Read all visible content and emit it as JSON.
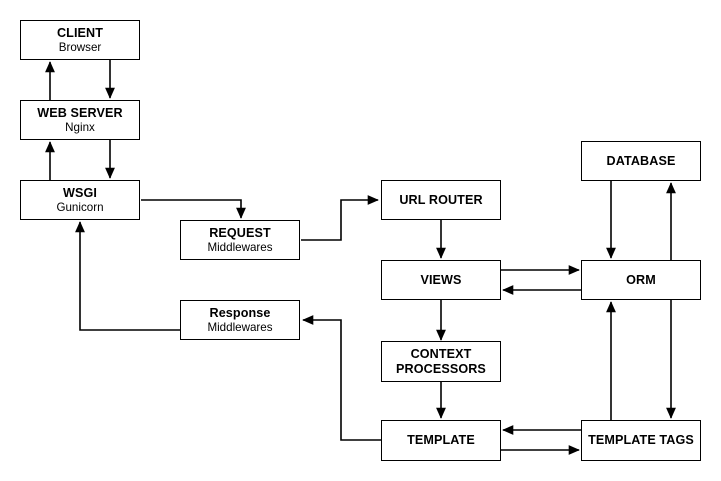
{
  "diagram": {
    "type": "flowchart",
    "background_color": "#ffffff",
    "stroke_color": "#000000",
    "node_fill_color": "#ffffff",
    "nodes": [
      {
        "id": "client",
        "title": "CLIENT",
        "subtitle": "Browser"
      },
      {
        "id": "web-server",
        "title": "WEB SERVER",
        "subtitle": "Nginx"
      },
      {
        "id": "wsgi",
        "title": "WSGI",
        "subtitle": "Gunicorn"
      },
      {
        "id": "request",
        "title": "REQUEST",
        "subtitle": "Middlewares"
      },
      {
        "id": "response",
        "title": "Response",
        "subtitle": "Middlewares"
      },
      {
        "id": "url-router",
        "title": "URL ROUTER",
        "subtitle": ""
      },
      {
        "id": "views",
        "title": "VIEWS",
        "subtitle": ""
      },
      {
        "id": "context-processors",
        "title": "CONTEXT PROCESSORS",
        "subtitle": ""
      },
      {
        "id": "template",
        "title": "TEMPLATE",
        "subtitle": ""
      },
      {
        "id": "database",
        "title": "DATABASE",
        "subtitle": ""
      },
      {
        "id": "orm",
        "title": "ORM",
        "subtitle": ""
      },
      {
        "id": "template-tags",
        "title": "TEMPLATE TAGS",
        "subtitle": ""
      }
    ],
    "edges": [
      {
        "from": "client",
        "to": "web-server",
        "direction": "down"
      },
      {
        "from": "web-server",
        "to": "client",
        "direction": "up"
      },
      {
        "from": "web-server",
        "to": "wsgi",
        "direction": "down"
      },
      {
        "from": "wsgi",
        "to": "web-server",
        "direction": "up"
      },
      {
        "from": "wsgi",
        "to": "request",
        "direction": "right-down"
      },
      {
        "from": "request",
        "to": "url-router",
        "direction": "right-up"
      },
      {
        "from": "url-router",
        "to": "views",
        "direction": "down"
      },
      {
        "from": "views",
        "to": "orm",
        "direction": "right"
      },
      {
        "from": "orm",
        "to": "views",
        "direction": "left"
      },
      {
        "from": "database",
        "to": "orm",
        "direction": "down"
      },
      {
        "from": "orm",
        "to": "database",
        "direction": "up"
      },
      {
        "from": "views",
        "to": "context-processors",
        "direction": "down"
      },
      {
        "from": "context-processors",
        "to": "template",
        "direction": "down"
      },
      {
        "from": "template-tags",
        "to": "template",
        "direction": "left"
      },
      {
        "from": "template",
        "to": "template-tags",
        "direction": "right"
      },
      {
        "from": "template-tags",
        "to": "orm",
        "direction": "up"
      },
      {
        "from": "orm",
        "to": "template-tags",
        "direction": "down"
      },
      {
        "from": "template",
        "to": "response",
        "direction": "left-up"
      },
      {
        "from": "response",
        "to": "wsgi",
        "direction": "left-up"
      }
    ]
  }
}
